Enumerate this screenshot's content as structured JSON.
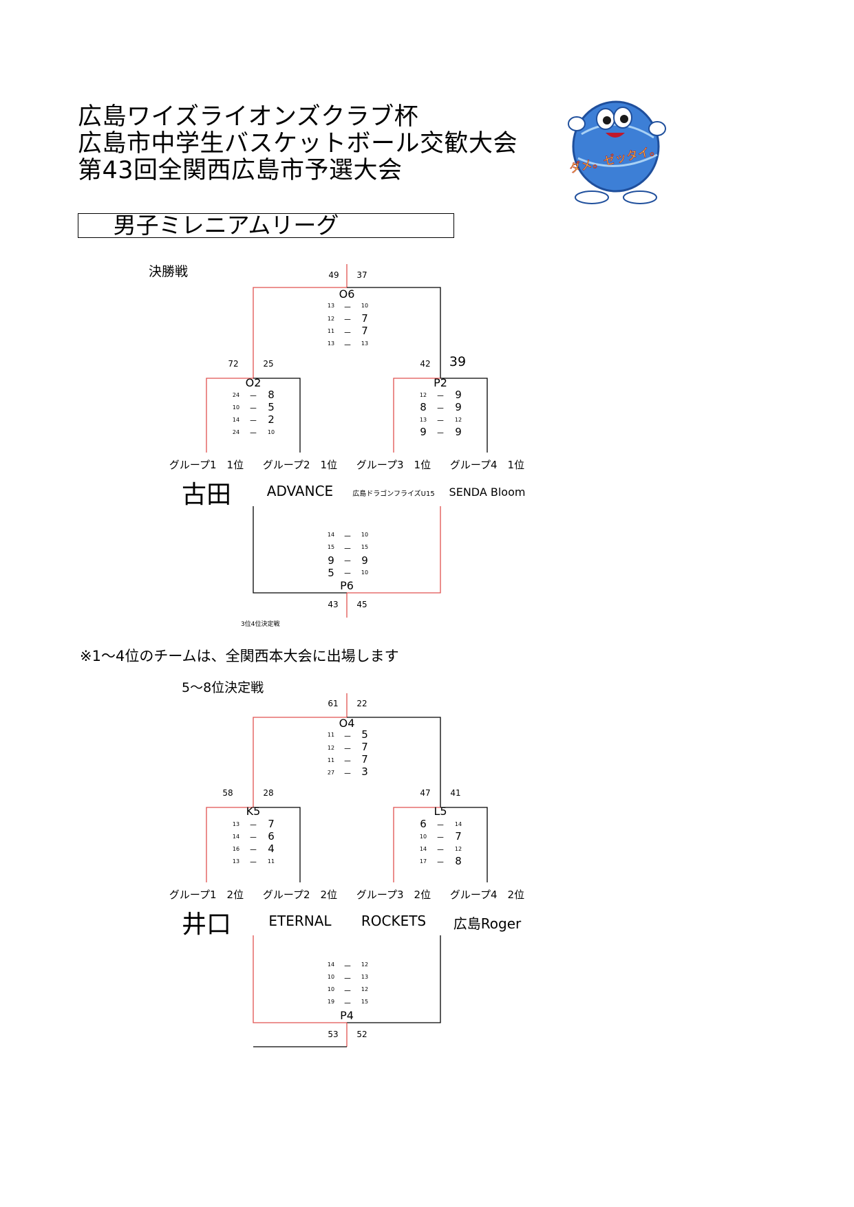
{
  "title": {
    "line1": "広島ワイズライオンズクラブ杯",
    "line2": "広島市中学生バスケットボール交歓大会",
    "line3": "第43回全関西広島市予選大会"
  },
  "league": "男子ミレニアムリーグ",
  "logo": {
    "text": "ダメ。ゼッタイ。",
    "icon": "mascot-globe-icon"
  },
  "colors": {
    "winner_line": "#e0504f",
    "loser_line": "#000000"
  },
  "final_bracket": {
    "section_title": "決勝戦",
    "groups": [
      "グループ1　1位",
      "グループ2　1位",
      "グループ3　1位",
      "グループ4　1位"
    ],
    "teams": [
      "古田",
      "ADVANCE",
      "広島ドラゴンフライズU15",
      "SENDA Bloom"
    ],
    "semi_left": {
      "game": "O2",
      "left_total": "72",
      "right_total": "25",
      "quarters": [
        [
          "24",
          "8"
        ],
        [
          "10",
          "5"
        ],
        [
          "14",
          "2"
        ],
        [
          "24",
          "10"
        ]
      ]
    },
    "semi_right": {
      "game": "P2",
      "left_total": "42",
      "right_total": "39",
      "quarters": [
        [
          "12",
          "9"
        ],
        [
          "8",
          "9"
        ],
        [
          "13",
          "12"
        ],
        [
          "9",
          "9"
        ]
      ]
    },
    "final": {
      "game": "O6",
      "left_total": "49",
      "right_total": "37",
      "quarters": [
        [
          "13",
          "10"
        ],
        [
          "12",
          "7"
        ],
        [
          "11",
          "7"
        ],
        [
          "13",
          "13"
        ]
      ]
    },
    "third": {
      "game": "P6",
      "left_total": "43",
      "right_total": "45",
      "quarters": [
        [
          "14",
          "10"
        ],
        [
          "15",
          "15"
        ],
        [
          "9",
          "9"
        ],
        [
          "5",
          "10"
        ]
      ],
      "label": "3位4位決定戦"
    }
  },
  "note": "※1～4位のチームは、全関西本大会に出場します",
  "placement_bracket": {
    "section_title": "5～8位決定戦",
    "groups": [
      "グループ1　2位",
      "グループ2　2位",
      "グループ3　2位",
      "グループ4　2位"
    ],
    "teams": [
      "井口",
      "ETERNAL",
      "ROCKETS",
      "広島Roger"
    ],
    "semi_left": {
      "game": "K5",
      "left_total": "58",
      "right_total": "28",
      "quarters": [
        [
          "13",
          "7"
        ],
        [
          "14",
          "6"
        ],
        [
          "16",
          "4"
        ],
        [
          "13",
          "11"
        ]
      ]
    },
    "semi_right": {
      "game": "L5",
      "left_total": "47",
      "right_total": "41",
      "quarters": [
        [
          "6",
          "14"
        ],
        [
          "10",
          "7"
        ],
        [
          "14",
          "12"
        ],
        [
          "17",
          "8"
        ]
      ]
    },
    "final": {
      "game": "O4",
      "left_total": "61",
      "right_total": "22",
      "quarters": [
        [
          "11",
          "5"
        ],
        [
          "12",
          "7"
        ],
        [
          "11",
          "7"
        ],
        [
          "27",
          "3"
        ]
      ]
    },
    "third": {
      "game": "P4",
      "left_total": "53",
      "right_total": "52",
      "quarters": [
        [
          "14",
          "12"
        ],
        [
          "10",
          "13"
        ],
        [
          "10",
          "12"
        ],
        [
          "19",
          "15"
        ]
      ]
    }
  }
}
